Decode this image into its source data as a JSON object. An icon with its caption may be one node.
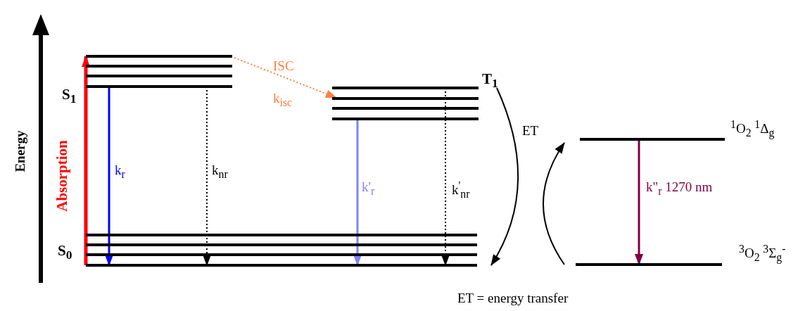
{
  "diagram": {
    "nodes": [
      {
        "text": [
          "S$_{1}$"
        ]
      },
      {
        "text": [
          "T$_{1}$"
        ]
      },
      {
        "text": [
          "S$_{0}$"
        ]
      },
      {
        "text": [
          "$^{1}$O$_{2}$ $^{1}$Δ$_{g}$"
        ]
      },
      {
        "text": [
          "$^{3}$O$_{2}$ $^{3}$Σ$_{g}$$^{-}$"
        ]
      }
    ],
    "edges": [
      {
        "from": 2,
        "to": 0,
        "arrow": "to",
        "label": "Absorption",
        "style": "thick",
        "color": "#ff0000"
      },
      {
        "from": 0,
        "to": 2,
        "arrow": "to",
        "label": "k$_{r}$",
        "color": "#0000ff"
      },
      {
        "from": 0,
        "to": 2,
        "arrow": "to",
        "label": "k$_{nr}$",
        "style": "dashed"
      },
      {
        "from": 0,
        "to": 1,
        "arrow": "to",
        "label": "ISC",
        "style": "dashed",
        "color": "#ff8040"
      },
      {
        "from": 1,
        "to": 2,
        "arrow": "to",
        "label": "k'$_{r}$",
        "color": "#8080ff"
      },
      {
        "from": 1,
        "to": 2,
        "arrow": "to",
        "label": "k$^{'}$$_{nr}$",
        "style": "dashed"
      },
      {
        "from": 1,
        "to": 2,
        "arrow": "to",
        "label": "ET"
      },
      {
        "from": 4,
        "to": 3,
        "arrow": "to"
      },
      {
        "from": 3,
        "to": 4,
        "arrow": "to",
        "label": "k\"$_{r}$   1270 nm",
        "color": "#7f0040"
      }
    ],
    "labels": [
      "Energy",
      "k$_{isc}$",
      "ET = energy transfer"
    ]
  }
}
